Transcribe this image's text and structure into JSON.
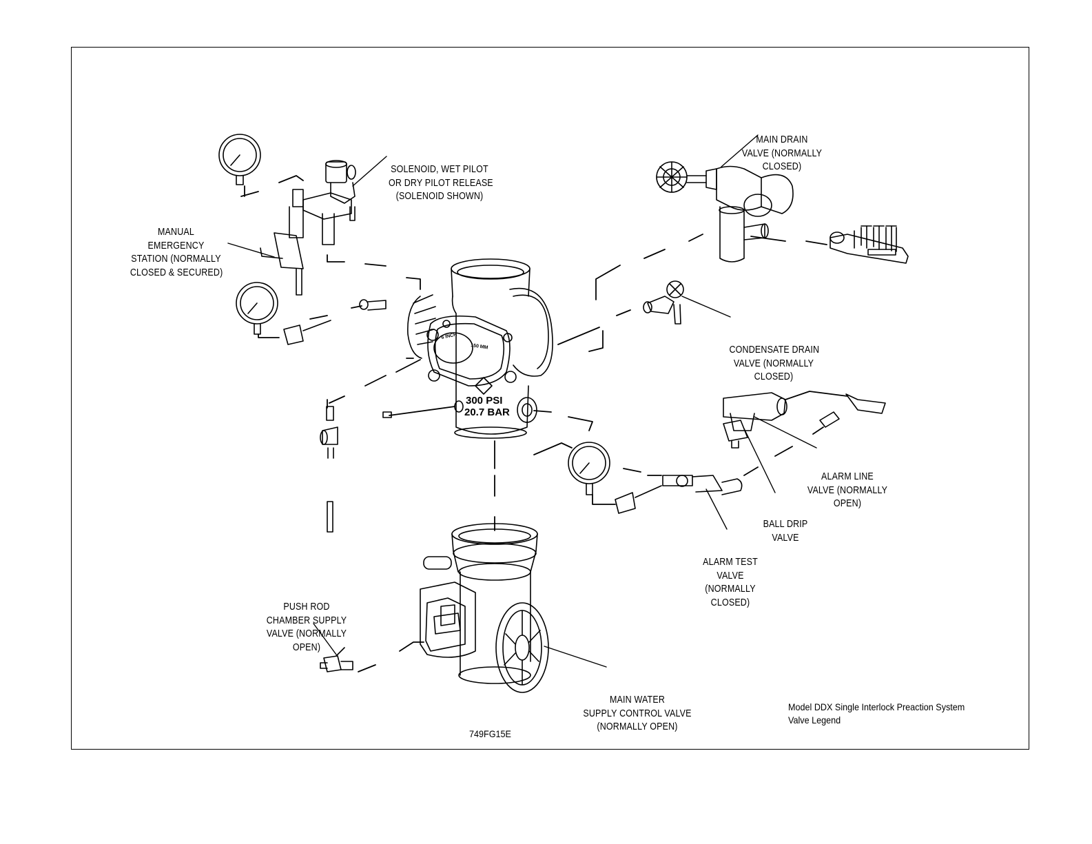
{
  "labels": {
    "main_drain": [
      "MAIN DRAIN",
      "VALVE (NORMALLY",
      "CLOSED)"
    ],
    "solenoid": [
      "SOLENOID, WET PILOT",
      "OR DRY PILOT RELEASE",
      "(SOLENOID SHOWN)"
    ],
    "manual_station": [
      "MANUAL",
      "EMERGENCY",
      "STATION (NORMALLY",
      "CLOSED & SECURED)"
    ],
    "condensate_drain": [
      "CONDENSATE DRAIN",
      "VALVE (NORMALLY",
      "CLOSED)"
    ],
    "alarm_line": [
      "ALARM LINE",
      "VALVE (NORMALLY",
      "OPEN)"
    ],
    "ball_drip": [
      "BALL DRIP",
      "VALVE"
    ],
    "alarm_test": [
      "ALARM TEST",
      "VALVE",
      "(NORMALLY",
      "CLOSED)"
    ],
    "push_rod": [
      "PUSH ROD",
      "CHAMBER SUPPLY",
      "VALVE (NORMALLY",
      "OPEN)"
    ],
    "main_water": [
      "MAIN WATER",
      "SUPPLY CONTROL VALVE",
      "(NORMALLY OPEN)"
    ]
  },
  "body_markings": {
    "pressure_psi": "300 PSI",
    "pressure_bar": "20.7 BAR",
    "size_inch": "6 INCH",
    "size_mm": "150 MM"
  },
  "legend": {
    "line1": "Model DDX Single Interlock Preaction System",
    "line2": "Valve Legend"
  },
  "drawing_code": "749FG15E"
}
